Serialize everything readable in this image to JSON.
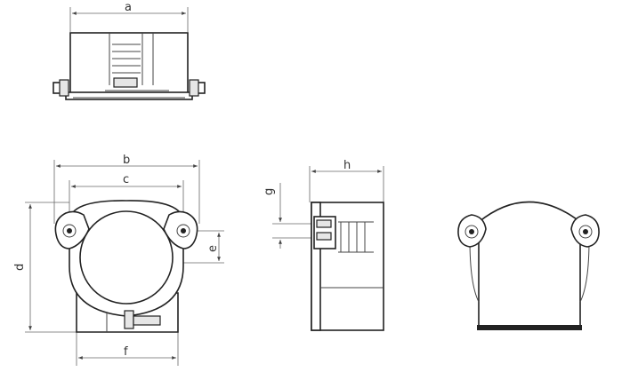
{
  "dimension_labels": {
    "a": "a",
    "b": "b",
    "c": "c",
    "d": "d",
    "e": "e",
    "f": "f",
    "g": "g",
    "h": "h"
  }
}
